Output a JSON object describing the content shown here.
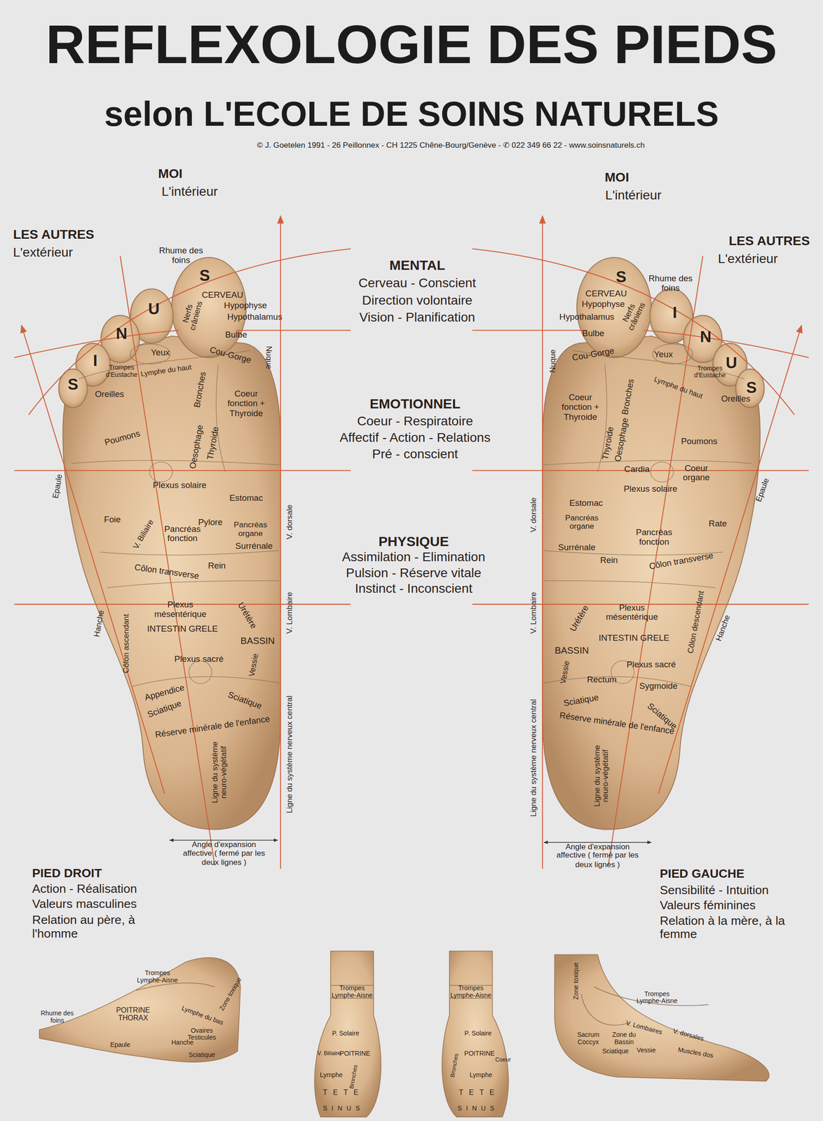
{
  "diagram": {
    "title": "REFLEXOLOGIE DES PIEDS",
    "labels": [
      "selon L'ECOLE DE SOINS NATURELS",
      "© J. Goetelen 1991 - 26 Peillonnex - CH 1225 Chêne-Bourg/Genève - ✆ 022 349 66 22 - www.soinsnaturels.ch",
      "MOI",
      "L'intérieur",
      "LES AUTRES",
      "L'extérieur",
      "MOI",
      "L'intérieur",
      "LES AUTRES",
      "L'extérieur",
      "MENTAL",
      "Cerveau - Conscient",
      "Direction volontaire",
      "Vision - Planification",
      "EMOTIONNEL",
      "Coeur - Respiratoire",
      "Affectif - Action - Relations",
      "Pré - conscient",
      "PHYSIQUE",
      "Assimilation - Elimination",
      "Pulsion - Réserve vitale",
      "Instinct - Inconscient",
      "PIED DROIT",
      "Action - Réalisation",
      "Valeurs masculines",
      "Relation au père, à l'homme",
      "PIED GAUCHE",
      "Sensibilité - Intuition",
      "Valeurs féminines",
      "Relation à la mère, à la femme",
      "Angle d'expansion affective ( fermé par les deux lignes )",
      "Angle d'expansion affective ( fermé par les deux lignes )",
      "Rhume des foins",
      "S",
      "U",
      "N",
      "I",
      "S",
      "CERVEAU",
      "Hypophyse",
      "Hypothalamus",
      "Nerfs crâniens",
      "Bulbe",
      "Yeux",
      "Cou-Gorge",
      "Nuque",
      "Trompes d'Eustache",
      "Lymphe du haut",
      "Oreilles",
      "Bronches",
      "Coeur fonction + Thyroide",
      "Poumons",
      "Oesophage",
      "Thyroide",
      "Epaule",
      "Plexus solaire",
      "Estomac",
      "Foie",
      "V. Biliaire",
      "Pylore",
      "Pancréas fonction",
      "Pancréas organe",
      "Surrénale",
      "V. dorsale",
      "Rein",
      "Côlon transverse",
      "Plexus mésentérique",
      "Urétère",
      "V. Lombaire",
      "Hanche",
      "INTESTIN GRELE",
      "Côlon ascendant",
      "BASSIN",
      "Plexus sacré",
      "Vessie",
      "Appendice",
      "Sciatique",
      "Sciatique",
      "Réserve minérale de l'enfance",
      "Ligne du système neuro-végétatif",
      "Ligne du système nerveux central",
      "Rhume des foins",
      "S",
      "I",
      "N",
      "U",
      "S",
      "CERVEAU",
      "Hypophyse",
      "Hypothalamus",
      "Nerfs crâniens",
      "Bulbe",
      "Yeux",
      "Cou-Gorge",
      "Nuque",
      "Trompes d'Eustache",
      "Lymphe du haut",
      "Oreilles",
      "Coeur fonction + Thyroide",
      "Bronches",
      "Thyroide",
      "Oesophage",
      "Poumons",
      "Cardia",
      "Coeur organe",
      "Plexus solaire",
      "Epaule",
      "V. dorsale",
      "Estomac",
      "Pancréas organe",
      "Rate",
      "Pancréas fonction",
      "Surrénale",
      "Rein",
      "Côlon transverse",
      "Plexus mésentérique",
      "Urétère",
      "V. Lombaire",
      "Côlon descendant",
      "Hanche",
      "INTESTIN GRELE",
      "BASSIN",
      "Vessie",
      "Plexus sacré",
      "Rectum",
      "Sygmoide",
      "Sciatique",
      "Sciatique",
      "Réserve minérale de l'enfance",
      "Ligne du système neuro-végétatif",
      "Ligne du système nerveux central",
      "Trompes Lymphe-Aisne",
      "Zone toxique",
      "POITRINE THORAX",
      "Lymphe du bas",
      "Rhume des foins",
      "Ovaires Testicules",
      "Epaule",
      "Hanche",
      "Sciatique",
      "Trompes Lymphe-Aisne",
      "P. Solaire",
      "V. Biliaire",
      "POITRINE",
      "Lymphe",
      "Bronches",
      "TETE",
      "SINUS",
      "Trompes Lymphe-Aisne",
      "P. Solaire",
      "Bronches",
      "POITRINE",
      "Coeur",
      "Lymphe",
      "TETE",
      "SINUS",
      "Zone toxique",
      "Trompes Lymphe-Aisne",
      "V. Lombaires",
      "V. dorsales",
      "Sacrum Coccyx",
      "Zone du Bassin",
      "Sciatique",
      "Vessie",
      "Muscles dos"
    ]
  }
}
